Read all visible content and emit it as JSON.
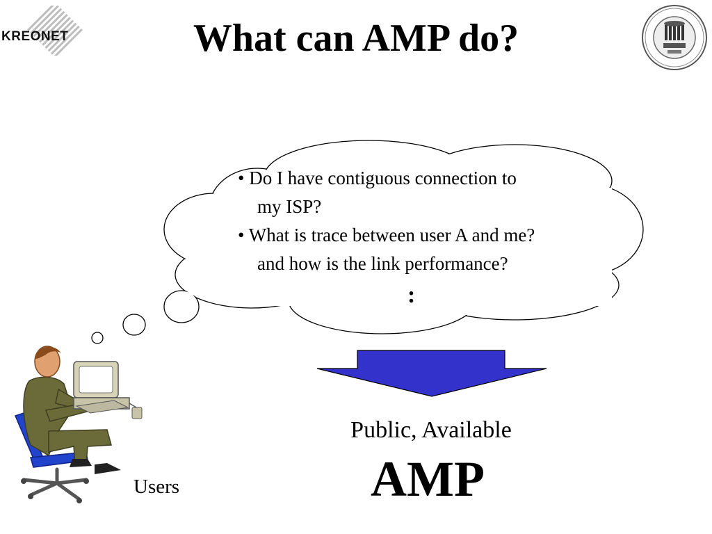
{
  "logo": {
    "text": "KREONET",
    "icon": "kreonet-logo-icon"
  },
  "slide": {
    "title": "What can AMP do?"
  },
  "seal": {
    "icon": "supercomputing-center-seal-icon"
  },
  "thought_bubble": {
    "lines": [
      "• Do I have contiguous connection to",
      "my ISP?",
      "• What is trace between user A and me?",
      "and how is the link performance?"
    ],
    "ellipsis": ":"
  },
  "arrow": {
    "icon": "down-arrow-icon",
    "color": "#3333cc"
  },
  "result": {
    "label": "Public, Available",
    "name": "AMP"
  },
  "users": {
    "label": "Users",
    "icon": "user-at-computer-icon"
  }
}
